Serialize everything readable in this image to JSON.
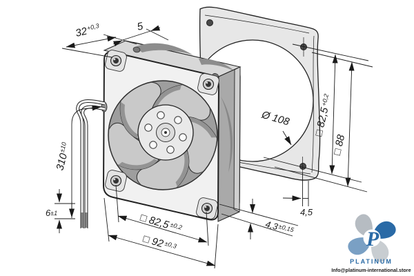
{
  "drawing": {
    "title": "axial-fan-with-gasket-isometric-dimension-drawing",
    "dims": {
      "depth": {
        "v": "32",
        "t": "+0,3"
      },
      "flange": {
        "v": "5",
        "t": ""
      },
      "lead_length": {
        "v": "310",
        "t": "±10"
      },
      "lead_strip": {
        "v": "6",
        "t": "±1"
      },
      "hole_pitch": {
        "v": "□ 82,5",
        "t": "±0,2"
      },
      "frame_size": {
        "v": "□ 92",
        "t": "±0,3"
      },
      "gasket_bore": {
        "v": "Ø 108",
        "t": ""
      },
      "gasket_hole_pitch": {
        "v": "□ 82,5",
        "t": "+0,2"
      },
      "gasket_size": {
        "v": "□ 88",
        "t": ""
      },
      "gasket_hole_edge": {
        "v": "4,5",
        "t": ""
      },
      "flange_thickness": {
        "v": "4,3",
        "t": "±0,15"
      }
    }
  },
  "watermark": {
    "monogram": "P",
    "brand": "PLATINUM",
    "email": "Info@platinum-international.store",
    "accent_blue": "#2a6aa6",
    "accent_gray": "#b6bcc2"
  }
}
